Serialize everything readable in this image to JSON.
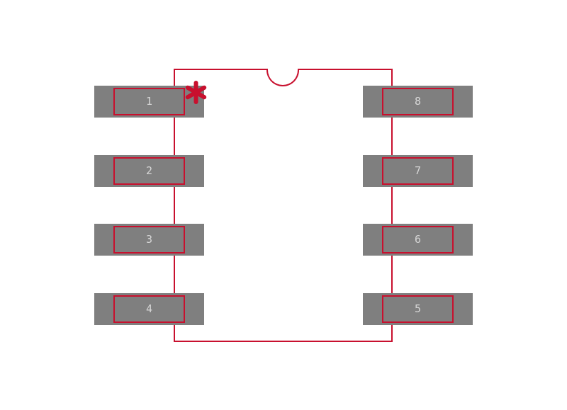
{
  "diagram": {
    "pin_count": 8
  },
  "pads": {
    "left": [
      {
        "number": "1"
      },
      {
        "number": "2"
      },
      {
        "number": "3"
      },
      {
        "number": "4"
      }
    ],
    "right": [
      {
        "number": "8"
      },
      {
        "number": "7"
      },
      {
        "number": "6"
      },
      {
        "number": "5"
      }
    ]
  },
  "markers": {
    "pin1_indicator": "asterisk-icon",
    "orientation_notch": "semicircle-notch"
  },
  "colors": {
    "background": "#ffffff",
    "pad_fill": "#7f7f7f",
    "outline": "#c8102e",
    "pad_number_text": "#d6d6d6"
  }
}
